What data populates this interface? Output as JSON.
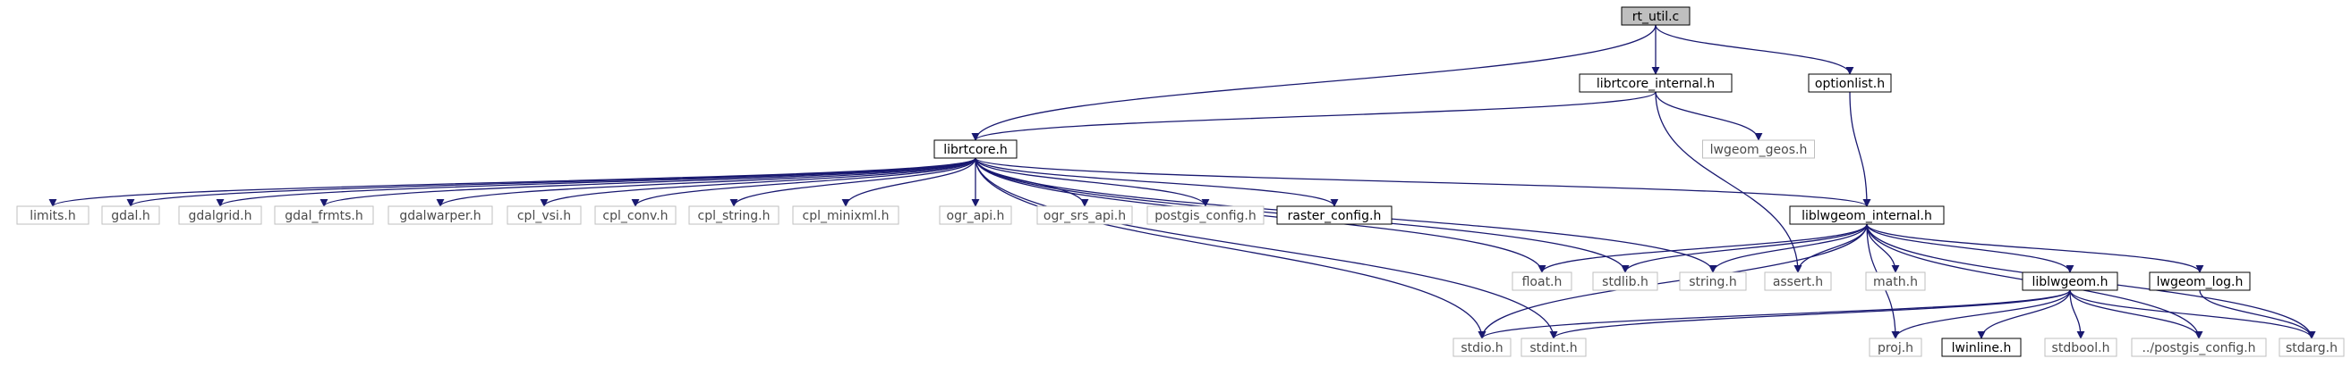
{
  "diagram": {
    "title": "",
    "colors": {
      "edge": "#191970",
      "node_border_solid": "#000000",
      "node_border_missing": "#bfbfbf",
      "root_fill": "#bfbfbf",
      "node_fill": "#ffffff"
    },
    "nodes": [
      {
        "id": "rt_util",
        "label": "rt_util.c",
        "kind": "root",
        "interactable": false
      },
      {
        "id": "librtcore_internal",
        "label": "librtcore_internal.h",
        "kind": "linked",
        "interactable": true
      },
      {
        "id": "optionlist",
        "label": "optionlist.h",
        "kind": "linked",
        "interactable": true
      },
      {
        "id": "librtcore",
        "label": "librtcore.h",
        "kind": "linked",
        "interactable": true
      },
      {
        "id": "lwgeom_geos",
        "label": "lwgeom_geos.h",
        "kind": "missing",
        "interactable": false
      },
      {
        "id": "limits",
        "label": "limits.h",
        "kind": "missing",
        "interactable": false
      },
      {
        "id": "gdal",
        "label": "gdal.h",
        "kind": "missing",
        "interactable": false
      },
      {
        "id": "gdalgrid",
        "label": "gdalgrid.h",
        "kind": "missing",
        "interactable": false
      },
      {
        "id": "gdal_frmts",
        "label": "gdal_frmts.h",
        "kind": "missing",
        "interactable": false
      },
      {
        "id": "gdalwarper",
        "label": "gdalwarper.h",
        "kind": "missing",
        "interactable": false
      },
      {
        "id": "cpl_vsi",
        "label": "cpl_vsi.h",
        "kind": "missing",
        "interactable": false
      },
      {
        "id": "cpl_conv",
        "label": "cpl_conv.h",
        "kind": "missing",
        "interactable": false
      },
      {
        "id": "cpl_string",
        "label": "cpl_string.h",
        "kind": "missing",
        "interactable": false
      },
      {
        "id": "cpl_minixml",
        "label": "cpl_minixml.h",
        "kind": "missing",
        "interactable": false
      },
      {
        "id": "ogr_api",
        "label": "ogr_api.h",
        "kind": "missing",
        "interactable": false
      },
      {
        "id": "ogr_srs_api",
        "label": "ogr_srs_api.h",
        "kind": "missing",
        "interactable": false
      },
      {
        "id": "postgis_config",
        "label": "postgis_config.h",
        "kind": "missing",
        "interactable": false
      },
      {
        "id": "raster_config",
        "label": "raster_config.h",
        "kind": "linked",
        "interactable": true
      },
      {
        "id": "liblwgeom_internal",
        "label": "liblwgeom_internal.h",
        "kind": "linked",
        "interactable": true
      },
      {
        "id": "float",
        "label": "float.h",
        "kind": "missing",
        "interactable": false
      },
      {
        "id": "stdlib",
        "label": "stdlib.h",
        "kind": "missing",
        "interactable": false
      },
      {
        "id": "string",
        "label": "string.h",
        "kind": "missing",
        "interactable": false
      },
      {
        "id": "assert",
        "label": "assert.h",
        "kind": "missing",
        "interactable": false
      },
      {
        "id": "math",
        "label": "math.h",
        "kind": "missing",
        "interactable": false
      },
      {
        "id": "liblwgeom",
        "label": "liblwgeom.h",
        "kind": "linked",
        "interactable": true
      },
      {
        "id": "lwgeom_log",
        "label": "lwgeom_log.h",
        "kind": "linked",
        "interactable": true
      },
      {
        "id": "stdio",
        "label": "stdio.h",
        "kind": "missing",
        "interactable": false
      },
      {
        "id": "stdint",
        "label": "stdint.h",
        "kind": "missing",
        "interactable": false
      },
      {
        "id": "proj",
        "label": "proj.h",
        "kind": "missing",
        "interactable": false
      },
      {
        "id": "lwinline",
        "label": "lwinline.h",
        "kind": "linked",
        "interactable": true
      },
      {
        "id": "stdbool",
        "label": "stdbool.h",
        "kind": "missing",
        "interactable": false
      },
      {
        "id": "dotdot_postgis_config",
        "label": "../postgis_config.h",
        "kind": "missing",
        "interactable": false
      },
      {
        "id": "stdarg",
        "label": "stdarg.h",
        "kind": "missing",
        "interactable": false
      }
    ],
    "edges": [
      [
        "rt_util",
        "librtcore"
      ],
      [
        "rt_util",
        "librtcore_internal"
      ],
      [
        "rt_util",
        "optionlist"
      ],
      [
        "librtcore_internal",
        "librtcore"
      ],
      [
        "librtcore_internal",
        "lwgeom_geos"
      ],
      [
        "librtcore_internal",
        "assert"
      ],
      [
        "optionlist",
        "liblwgeom_internal"
      ],
      [
        "librtcore",
        "limits"
      ],
      [
        "librtcore",
        "gdal"
      ],
      [
        "librtcore",
        "gdalgrid"
      ],
      [
        "librtcore",
        "gdal_frmts"
      ],
      [
        "librtcore",
        "gdalwarper"
      ],
      [
        "librtcore",
        "cpl_vsi"
      ],
      [
        "librtcore",
        "cpl_conv"
      ],
      [
        "librtcore",
        "cpl_string"
      ],
      [
        "librtcore",
        "cpl_minixml"
      ],
      [
        "librtcore",
        "ogr_api"
      ],
      [
        "librtcore",
        "ogr_srs_api"
      ],
      [
        "librtcore",
        "postgis_config"
      ],
      [
        "librtcore",
        "raster_config"
      ],
      [
        "librtcore",
        "liblwgeom_internal"
      ],
      [
        "librtcore",
        "float"
      ],
      [
        "librtcore",
        "stdlib"
      ],
      [
        "librtcore",
        "string"
      ],
      [
        "librtcore",
        "stdio"
      ],
      [
        "librtcore",
        "stdint"
      ],
      [
        "liblwgeom_internal",
        "float"
      ],
      [
        "liblwgeom_internal",
        "stdlib"
      ],
      [
        "liblwgeom_internal",
        "string"
      ],
      [
        "liblwgeom_internal",
        "assert"
      ],
      [
        "liblwgeom_internal",
        "math"
      ],
      [
        "liblwgeom_internal",
        "liblwgeom"
      ],
      [
        "liblwgeom_internal",
        "lwgeom_log"
      ],
      [
        "liblwgeom_internal",
        "stdio"
      ],
      [
        "liblwgeom_internal",
        "proj"
      ],
      [
        "liblwgeom_internal",
        "dotdot_postgis_config"
      ],
      [
        "liblwgeom_internal",
        "stdarg"
      ],
      [
        "liblwgeom",
        "stdio"
      ],
      [
        "liblwgeom",
        "stdint"
      ],
      [
        "liblwgeom",
        "proj"
      ],
      [
        "liblwgeom",
        "lwinline"
      ],
      [
        "liblwgeom",
        "stdbool"
      ],
      [
        "liblwgeom",
        "dotdot_postgis_config"
      ],
      [
        "liblwgeom",
        "stdarg"
      ],
      [
        "lwgeom_log",
        "stdarg"
      ]
    ]
  }
}
